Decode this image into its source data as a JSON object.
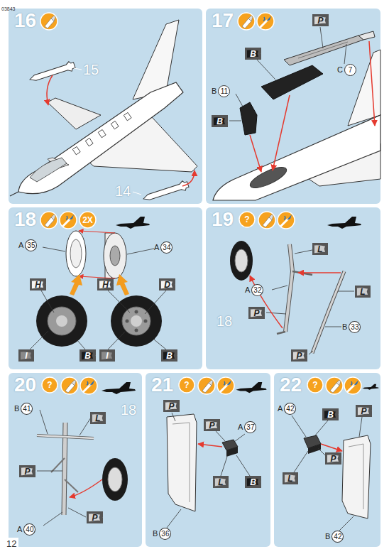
{
  "diagram": {
    "nodes": [
      {
        "text": [
          "16"
        ]
      },
      {
        "text": [
          "17"
        ]
      },
      {
        "text": [
          "P"
        ],
        "in": 1
      },
      {
        "text": [
          "B"
        ],
        "in": 1
      },
      {
        "text": [
          "C",
          "7"
        ],
        "in": 1
      },
      {
        "text": [
          "B",
          "11"
        ],
        "in": 1
      },
      {
        "text": [
          "B"
        ],
        "in": 1
      },
      {
        "text": [
          "18"
        ]
      },
      {
        "text": [
          "2X"
        ],
        "in": 7
      },
      {
        "text": [
          "A",
          "35"
        ],
        "in": 7
      },
      {
        "text": [
          "A",
          "34"
        ],
        "in": 7
      },
      {
        "text": [
          "H"
        ],
        "in": 7
      },
      {
        "text": [
          "H"
        ],
        "in": 7
      },
      {
        "text": [
          "D"
        ],
        "in": 7
      },
      {
        "text": [
          "I"
        ],
        "in": 7
      },
      {
        "text": [
          "B"
        ],
        "in": 7
      },
      {
        "text": [
          "I"
        ],
        "in": 7
      },
      {
        "text": [
          "B"
        ],
        "in": 7
      },
      {
        "text": [
          "19"
        ]
      },
      {
        "text": [
          "?"
        ],
        "in": 18
      },
      {
        "text": [
          "L"
        ],
        "in": 18
      },
      {
        "text": [
          "A",
          "32"
        ],
        "in": 18
      },
      {
        "text": [
          "P"
        ],
        "in": 18
      },
      {
        "text": [
          "L"
        ],
        "in": 18
      },
      {
        "text": [
          "B",
          "33"
        ],
        "in": 18
      },
      {
        "text": [
          "P"
        ],
        "in": 18
      },
      {
        "text": [
          "20"
        ]
      },
      {
        "text": [
          "?"
        ],
        "in": 26
      },
      {
        "text": [
          "B",
          "41"
        ],
        "in": 26
      },
      {
        "text": [
          "L"
        ],
        "in": 26
      },
      {
        "text": [
          "P"
        ],
        "in": 26
      },
      {
        "text": [
          "A",
          "40"
        ],
        "in": 26
      },
      {
        "text": [
          "P"
        ],
        "in": 26
      },
      {
        "text": [
          "21"
        ]
      },
      {
        "text": [
          "?"
        ],
        "in": 33
      },
      {
        "text": [
          "P"
        ],
        "in": 33
      },
      {
        "text": [
          "P"
        ],
        "in": 33
      },
      {
        "text": [
          "A",
          "37"
        ],
        "in": 33
      },
      {
        "text": [
          "B",
          "36"
        ],
        "in": 33
      },
      {
        "text": [
          "L"
        ],
        "in": 33
      },
      {
        "text": [
          "B"
        ],
        "in": 33
      },
      {
        "text": [
          "22"
        ]
      },
      {
        "text": [
          "?"
        ],
        "in": 41
      },
      {
        "text": [
          "A",
          "42"
        ],
        "in": 41
      },
      {
        "text": [
          "B"
        ],
        "in": 41
      },
      {
        "text": [
          "P"
        ],
        "in": 41
      },
      {
        "text": [
          "P"
        ],
        "in": 41
      },
      {
        "text": [
          "L"
        ],
        "in": 41
      },
      {
        "text": [
          "B",
          "42"
        ],
        "in": 41
      }
    ],
    "labels": [
      "03843",
      "12",
      "15",
      "14",
      "18",
      "18"
    ]
  }
}
